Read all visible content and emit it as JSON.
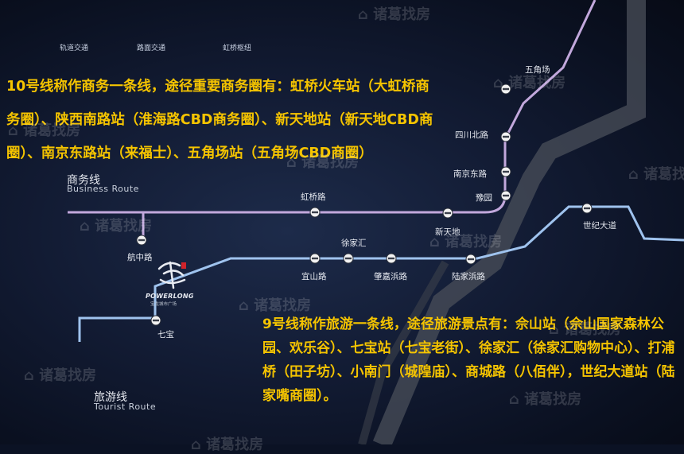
{
  "tabs": [
    "轨道交通",
    "路面交通",
    "虹桥枢纽"
  ],
  "descriptions": {
    "line10": "10号线称作商务一条线，途径重要商务圈有：虹桥火车站（大虹桥商务圈）、陕西南路站（淮海路CBD商务圈）、新天地站（新天地CBD商圈）、南京东路站（来福士）、五角场站（五角场CBD商圈）",
    "line9": "9号线称作旅游一条线，途径旅游景点有：佘山站（佘山国家森林公园、欢乐谷）、七宝站（七宝老街）、徐家汇（徐家汇购物中心）、打浦桥（田子坊）、小南门（城隍庙）、商城路（八佰伴），世纪大道站（陆家嘴商圈）。"
  },
  "routes": {
    "business": {
      "cn": "商务线",
      "en": "Business Route",
      "color": "#c2a8dc"
    },
    "tourist": {
      "cn": "旅游线",
      "en": "Tourist Route",
      "color": "#9fc3ee"
    }
  },
  "stations": [
    {
      "name": "五角场",
      "line": "business"
    },
    {
      "name": "四川北路",
      "line": "business"
    },
    {
      "name": "南京东路",
      "line": "business"
    },
    {
      "name": "豫园",
      "line": "business"
    },
    {
      "name": "虹桥路",
      "line": "business"
    },
    {
      "name": "新天地",
      "line": "business"
    },
    {
      "name": "航中路",
      "line": "business"
    },
    {
      "name": "徐家汇",
      "line": "tourist"
    },
    {
      "name": "宜山路",
      "line": "tourist"
    },
    {
      "name": "肇嘉浜路",
      "line": "tourist"
    },
    {
      "name": "陆家浜路",
      "line": "tourist"
    },
    {
      "name": "世纪大道",
      "line": "tourist"
    },
    {
      "name": "七宝",
      "line": "tourist"
    }
  ],
  "logo": {
    "brand": "POWERLONG",
    "sub": "宝龙城市广场"
  },
  "watermark": "诸葛找房",
  "colors": {
    "highlight_text": "#f5c400",
    "background": "#0b1224"
  }
}
